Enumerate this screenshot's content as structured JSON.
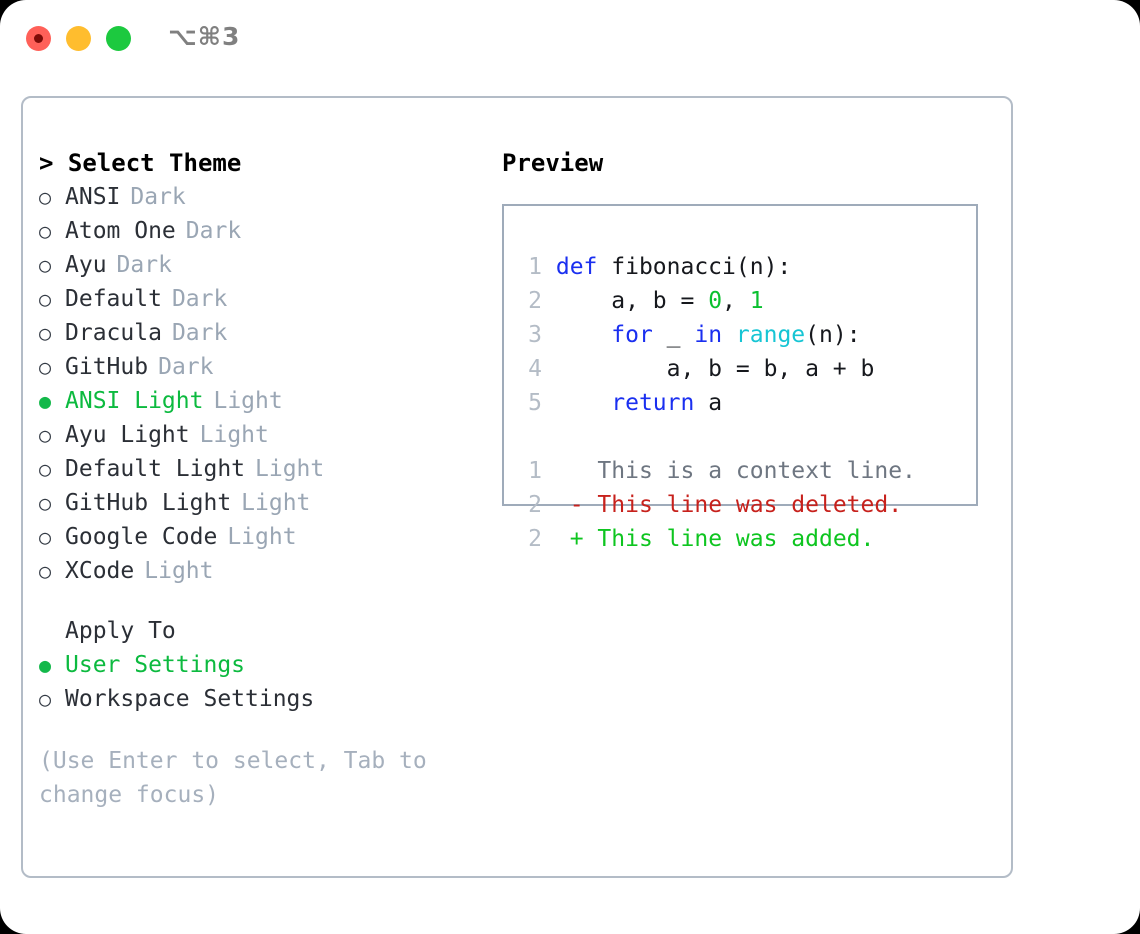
{
  "titlebar": {
    "shortcut": "⌥⌘3",
    "buttons": [
      "close",
      "minimize",
      "maximize"
    ]
  },
  "theme_picker": {
    "caret": ">",
    "heading": "Select Theme",
    "bullet_on": "●",
    "bullet_off": "○",
    "items": [
      {
        "name": "ANSI",
        "tag": "Dark",
        "selected": false
      },
      {
        "name": "Atom One",
        "tag": "Dark",
        "selected": false
      },
      {
        "name": "Ayu",
        "tag": "Dark",
        "selected": false
      },
      {
        "name": "Default",
        "tag": "Dark",
        "selected": false
      },
      {
        "name": "Dracula",
        "tag": "Dark",
        "selected": false
      },
      {
        "name": "GitHub",
        "tag": "Dark",
        "selected": false
      },
      {
        "name": "ANSI Light",
        "tag": "Light",
        "selected": true
      },
      {
        "name": "Ayu Light",
        "tag": "Light",
        "selected": false
      },
      {
        "name": "Default Light",
        "tag": "Light",
        "selected": false
      },
      {
        "name": "GitHub Light",
        "tag": "Light",
        "selected": false
      },
      {
        "name": "Google Code",
        "tag": "Light",
        "selected": false
      },
      {
        "name": "XCode",
        "tag": "Light",
        "selected": false
      }
    ]
  },
  "apply_to": {
    "heading": "Apply To",
    "items": [
      {
        "name": "User Settings",
        "selected": true
      },
      {
        "name": "Workspace Settings",
        "selected": false
      }
    ]
  },
  "hint": "(Use Enter to select, Tab to change focus)",
  "preview": {
    "title": "Preview",
    "code": [
      {
        "num": "1",
        "tokens": [
          {
            "text": "def",
            "type": "keyword"
          },
          {
            "text": " fibonacci(n):",
            "type": "plain"
          }
        ]
      },
      {
        "num": "2",
        "tokens": [
          {
            "text": "    a, b = ",
            "type": "plain"
          },
          {
            "text": "0",
            "type": "number"
          },
          {
            "text": ", ",
            "type": "plain"
          },
          {
            "text": "1",
            "type": "number"
          }
        ]
      },
      {
        "num": "3",
        "tokens": [
          {
            "text": "    ",
            "type": "plain"
          },
          {
            "text": "for",
            "type": "keyword"
          },
          {
            "text": " _ ",
            "type": "plain"
          },
          {
            "text": "in",
            "type": "keyword"
          },
          {
            "text": " ",
            "type": "plain"
          },
          {
            "text": "range",
            "type": "builtin"
          },
          {
            "text": "(n):",
            "type": "plain"
          }
        ]
      },
      {
        "num": "4",
        "tokens": [
          {
            "text": "        a, b = b, a + b",
            "type": "plain"
          }
        ]
      },
      {
        "num": "5",
        "tokens": [
          {
            "text": "    ",
            "type": "plain"
          },
          {
            "text": "return",
            "type": "keyword"
          },
          {
            "text": " a",
            "type": "plain"
          }
        ]
      }
    ],
    "diff": [
      {
        "num": "1",
        "marker": " ",
        "text": "This is a context line.",
        "kind": "context"
      },
      {
        "num": "2",
        "marker": "-",
        "text": "This line was deleted.",
        "kind": "deleted"
      },
      {
        "num": "2",
        "marker": "+",
        "text": "This line was added.",
        "kind": "added"
      }
    ]
  },
  "colors": {
    "accent_green": "#0cba3f",
    "muted_tag": "#9aa6b4",
    "hint_text": "#a6b0bd",
    "keyword_blue": "#1a2ff0",
    "builtin_cyan": "#16c5d4",
    "number_green": "#0ac02f",
    "diff_deleted": "#c7211c",
    "diff_added": "#0ec520",
    "diff_context": "#6e7681",
    "panel_border": "#9fabba",
    "window_border": "#b3bcc7",
    "dot_red": "#ff6058",
    "dot_yellow": "#ffbd2e",
    "dot_green": "#1cc93f"
  }
}
